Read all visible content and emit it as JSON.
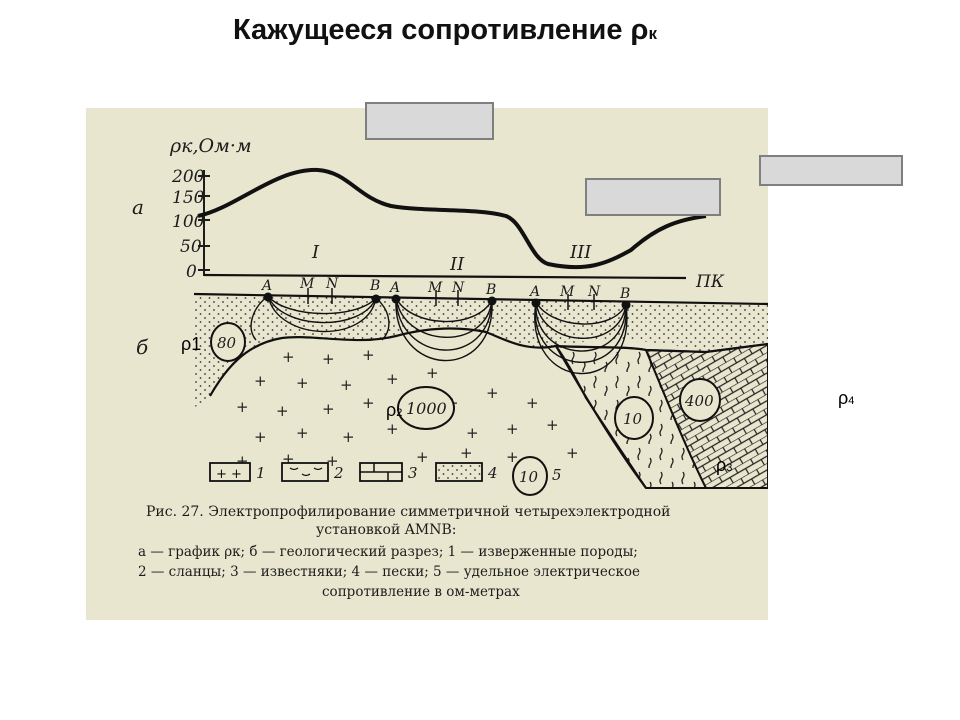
{
  "slide": {
    "title_main": "Кажущееся сопротивление ρ",
    "title_sub": "к"
  },
  "figure": {
    "axis_label": "ρк,Ом·м",
    "y_ticks": [
      "200",
      "150",
      "100",
      "50",
      "0"
    ],
    "panel_a": "а",
    "panel_b": "б",
    "zones": [
      "I",
      "II",
      "III"
    ],
    "profile_label": "ПК",
    "electrode_groups": [
      [
        "A",
        "M",
        "N",
        "B"
      ],
      [
        "A",
        "M",
        "N",
        "B"
      ],
      [
        "A",
        "M",
        "N",
        "B"
      ]
    ],
    "resistivity_values": [
      "80",
      "1000",
      "10",
      "400"
    ],
    "legend_items": [
      {
        "num": "1",
        "symbol": "igneous"
      },
      {
        "num": "2",
        "symbol": "shale"
      },
      {
        "num": "3",
        "symbol": "limestone"
      },
      {
        "num": "4",
        "symbol": "sand"
      },
      {
        "num": "5",
        "symbol": "resistivity-circle",
        "circle_value": "10"
      }
    ],
    "caption": {
      "line1": "Рис. 27. Электропрофилирование симметричной четырехэлектродной",
      "line2": "установкой AMNB:",
      "line3": "а — график ρк; б — геологический разрез; 1 — изверженные породы;",
      "line4": "2 — сланцы; 3 — известняки; 4 — пески; 5 — удельное электрическое",
      "line5": "сопротивление в ом-метрах"
    }
  },
  "overlay_labels": {
    "rho1": {
      "base": "ρ",
      "sub": "1"
    },
    "rho2": {
      "base": "ρ",
      "sub": "2"
    },
    "rho3": {
      "base": "ρ",
      "sub": "3"
    },
    "rho4": {
      "base": "ρ",
      "sub": "4"
    }
  },
  "colors": {
    "paper": "#e9e6cf",
    "ink": "#1c1c1c",
    "box_fill": "#d9d9d9",
    "box_border": "#7f7f7f"
  }
}
